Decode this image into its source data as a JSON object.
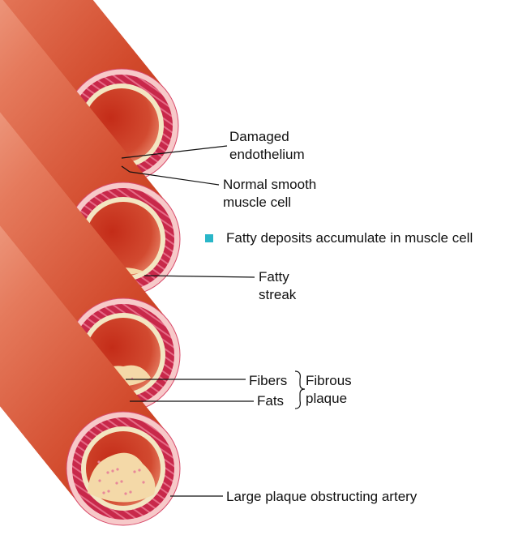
{
  "labels": {
    "damaged_endothelium": [
      "Damaged",
      "endothelium"
    ],
    "normal_smooth_muscle": [
      "Normal smooth",
      "muscle cell"
    ],
    "fatty_deposits_note": "Fatty deposits accumulate in muscle cell",
    "fatty_streak": [
      "Fatty",
      "streak"
    ],
    "fibers": "Fibers",
    "fats": "Fats",
    "fibrous_plaque": [
      "Fibrous",
      "plaque"
    ],
    "large_plaque": "Large plaque obstructing artery"
  },
  "colors": {
    "vessel_dark": "#c8341c",
    "vessel_mid": "#e06a4e",
    "vessel_light": "#f2a48a",
    "adventitia": "#f7c9c9",
    "media": "#c0284a",
    "intima": "#f3e6c2",
    "lumen_dark": "#c9301a",
    "lumen_light": "#e9866a",
    "plaque": "#f4d9a8",
    "plaque_spot": "#e8889a",
    "bullet": "#29b6c8",
    "leader": "#111111"
  },
  "stages": [
    {
      "name": "damaged-endothelium",
      "plaque": "none"
    },
    {
      "name": "fatty-streak",
      "plaque": "streak"
    },
    {
      "name": "fibrous-plaque",
      "plaque": "fibrous"
    },
    {
      "name": "large-plaque",
      "plaque": "large"
    }
  ]
}
